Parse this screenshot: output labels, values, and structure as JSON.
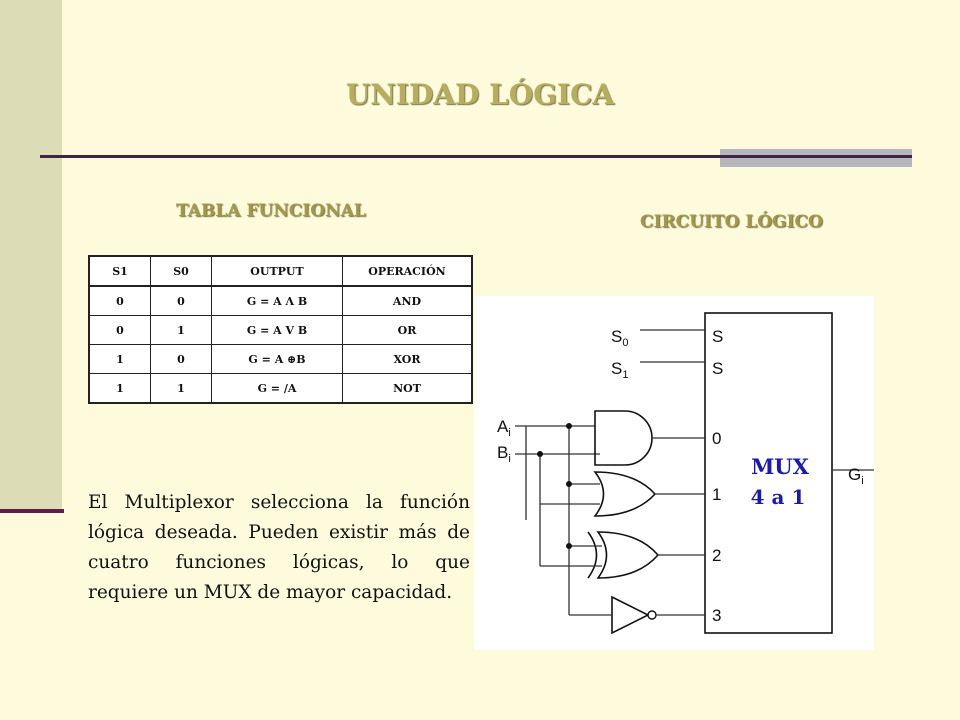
{
  "slide": {
    "title": "UNIDAD LÓGICA",
    "table_heading": "TABLA FUNCIONAL",
    "circuit_heading": "CIRCUITO LÓGICO",
    "description": "El Multiplexor selecciona la función lógica deseada. Pueden existir más de cuatro funciones lógicas, lo que requiere un MUX de mayor capacidad."
  },
  "table": {
    "headers": [
      "S1",
      "S0",
      "OUTPUT",
      "OPERACIÓN"
    ],
    "rows": [
      [
        "0",
        "0",
        "G = A Λ B",
        "AND"
      ],
      [
        "0",
        "1",
        "G = A V B",
        "OR"
      ],
      [
        "1",
        "0",
        "G = A ⊕B",
        "XOR"
      ],
      [
        "1",
        "1",
        "G = /A",
        "NOT"
      ]
    ]
  },
  "circuit": {
    "select_inputs": [
      "S0",
      "S1"
    ],
    "data_inputs": [
      "A",
      "B"
    ],
    "data_input_subscript": "i",
    "mux_ports": [
      "S0",
      "S1",
      "0",
      "1",
      "2",
      "3"
    ],
    "mux_label_line1": "MUX",
    "mux_label_line2": "4 a 1",
    "output": "G",
    "output_subscript": "i"
  },
  "colors": {
    "background": "#fdfbdc",
    "sidebar": "#dcdcb6",
    "title": "#b8ad5c",
    "rule": "#3e2446",
    "mux_label": "#1a1ab0"
  }
}
